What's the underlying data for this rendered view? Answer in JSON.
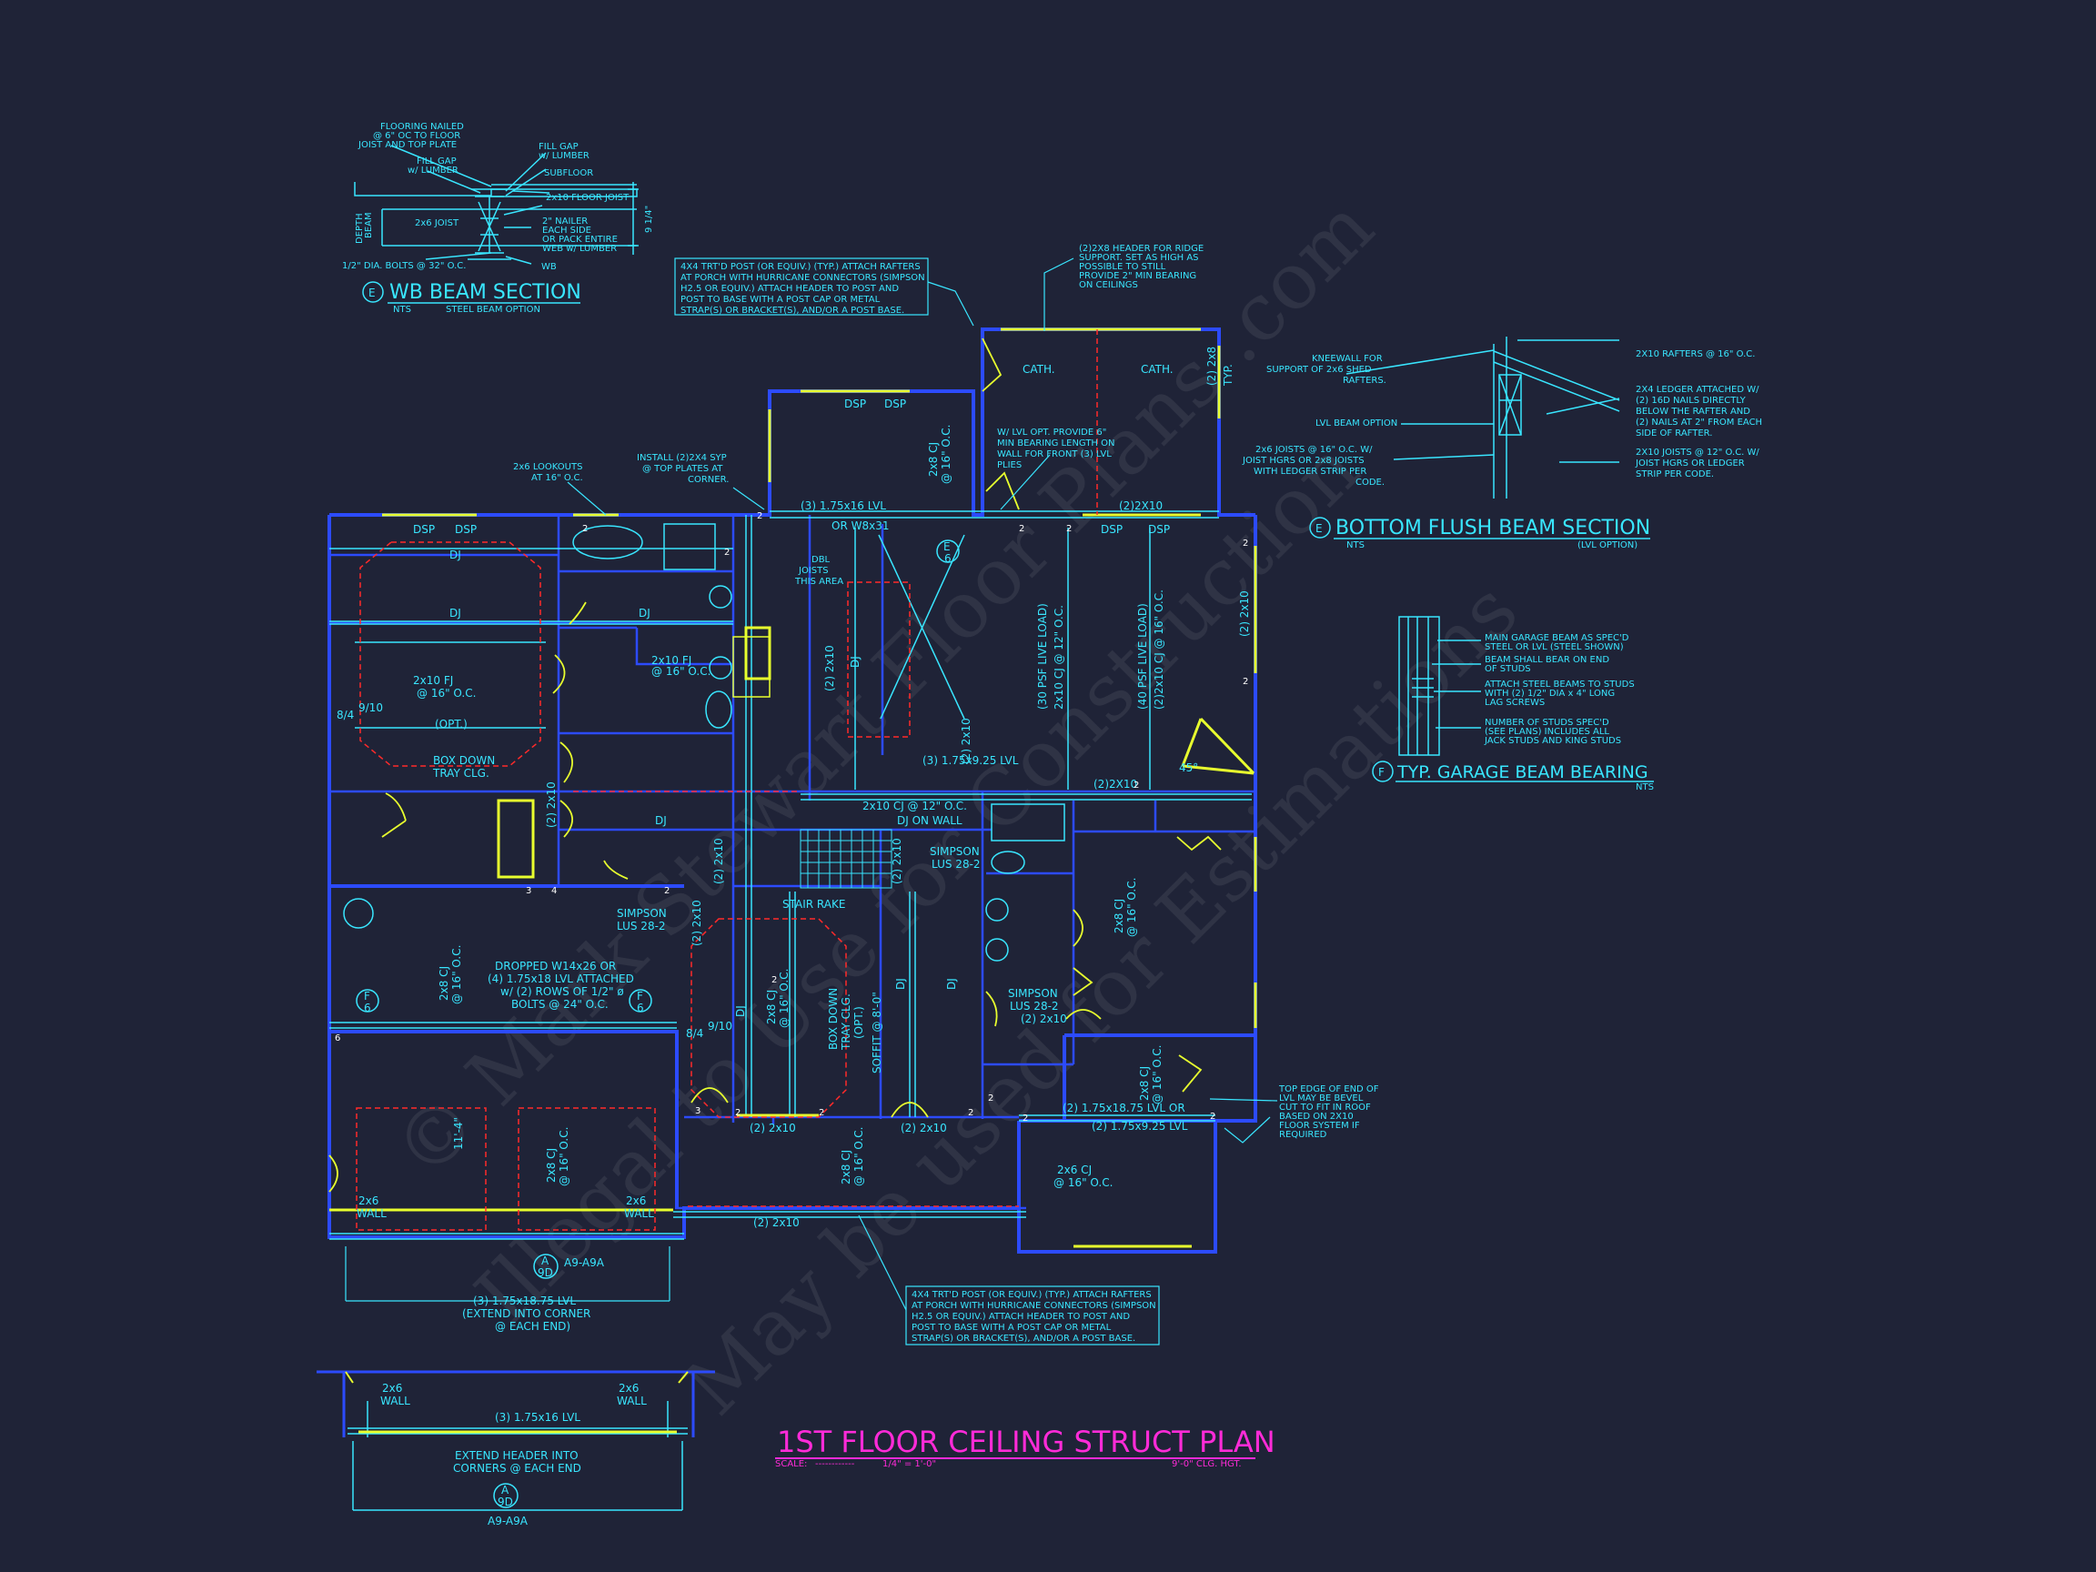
{
  "watermark": {
    "line1": "© Mark Stewart Floor Plans .com",
    "line2": "Illegal to Use for Construction",
    "line3": "May be used for Estimations"
  },
  "title_block": {
    "title": "1ST FLOOR CEILING STRUCT PLAN",
    "scale_label": "SCALE:",
    "scale_dashes": "------------",
    "scale_value": "1/4\" = 1'-0\"",
    "ceiling_height": "9'-0\" CLG. HGT."
  },
  "detail_wb": {
    "flooring_note": [
      "FLOORING NAILED",
      "@ 6\" OC TO FLOOR",
      "JOIST AND TOP PLATE"
    ],
    "fill_gap_left": [
      "FILL GAP",
      "w/ LUMBER"
    ],
    "fill_gap_right": [
      "FILL GAP",
      "w/ LUMBER"
    ],
    "subfloor": "SUBFLOOR",
    "floor_joist": "2x10 FLOOR JOIST",
    "joist_2x6": "2x6 JOIST",
    "nailer": [
      "2\" NAILER",
      "EACH SIDE",
      "OR PACK ENTIRE",
      "WEB w/ LUMBER"
    ],
    "depth": [
      "DEPTH",
      "BEAM"
    ],
    "dim": "9 1/4\"",
    "bolts": "1/2\" DIA. BOLTS @ 32\" O.C.",
    "wb": "WB",
    "title_letter": "E",
    "title": "WB BEAM SECTION",
    "nts": "NTS",
    "subtitle": "STEEL BEAM OPTION"
  },
  "detail_flush": {
    "kneewall": [
      "KNEEWALL FOR",
      "SUPPORT OF 2x6 SHED",
      "RAFTERS."
    ],
    "lvl_option": "LVL BEAM OPTION",
    "joists_left": [
      "2x6 JOISTS @ 16\" O.C. W/",
      "JOIST HGRS OR 2x8 JOISTS",
      "WITH LEDGER STRIP PER",
      "CODE."
    ],
    "rafters": "2X10 RAFTERS @ 16\" O.C.",
    "ledger": [
      "2X4 LEDGER ATTACHED W/",
      "(2) 16D NAILS DIRECTLY",
      "BELOW THE RAFTER AND",
      "(2) NAILS AT 2\" FROM EACH",
      "SIDE OF RAFTER."
    ],
    "joists_right": [
      "2X10 JOISTS @ 12\" O.C. W/",
      "JOIST HGRS OR LEDGER",
      "STRIP PER CODE."
    ],
    "title_letter": "E",
    "title": "BOTTOM FLUSH BEAM SECTION",
    "nts": "NTS",
    "subtitle": "(LVL OPTION)"
  },
  "detail_garage": {
    "notes": [
      [
        "MAIN GARAGE BEAM AS SPEC'D",
        "STEEL OR LVL (STEEL SHOWN)"
      ],
      [
        "BEAM SHALL BEAR ON END",
        "OF STUDS"
      ],
      [
        "ATTACH STEEL BEAMS TO STUDS",
        "WITH (2) 1/2\" DIA x 4\" LONG",
        "LAG SCREWS"
      ],
      [
        "NUMBER OF STUDS SPEC'D",
        "(SEE PLANS) INCLUDES ALL",
        "JACK STUDS AND KING STUDS"
      ]
    ],
    "title_letter": "F",
    "title": "TYP. GARAGE BEAM BEARING",
    "nts": "NTS"
  },
  "notes": {
    "porch_top": [
      "4X4 TRT'D POST (OR EQUIV.) (TYP.) ATTACH RAFTERS",
      "AT PORCH WITH HURRICANE CONNECTORS (SIMPSON",
      "H2.5 OR EQUIV.) ATTACH HEADER TO POST AND",
      "POST TO BASE WITH A POST CAP OR METAL",
      "STRAP(S) OR BRACKET(S), AND/OR A POST BASE."
    ],
    "porch_bottom": [
      "4X4 TRT'D POST (OR EQUIV.) (TYP.) ATTACH RAFTERS",
      "AT PORCH WITH HURRICANE CONNECTORS (SIMPSON",
      "H2.5 OR EQUIV.) ATTACH HEADER TO POST AND",
      "POST TO BASE WITH A POST CAP OR METAL",
      "STRAP(S) OR BRACKET(S), AND/OR A POST BASE."
    ],
    "ridge_header": [
      "(2)2X8 HEADER FOR RIDGE",
      "SUPPORT. SET AS HIGH AS",
      "POSSIBLE TO STILL",
      "PROVIDE 2\" MIN BEARING",
      "ON CEILINGS"
    ],
    "lookouts": [
      "2x6 LOOKOUTS",
      "AT 16\" O.C."
    ],
    "top_plates": [
      "INSTALL (2)2X4 SYP",
      "@ TOP PLATES AT",
      "CORNER."
    ],
    "lvl_opt": [
      "W/ LVL OPT. PROVIDE 6\"",
      "MIN BEARING LENGTH ON",
      "WALL FOR FRONT (3) LVL",
      "PLIES"
    ],
    "bevel": [
      "TOP EDGE OF END OF",
      "LVL MAY BE BEVEL",
      "CUT TO FIT IN ROOF",
      "BASED ON 2X10",
      "FLOOR SYSTEM IF",
      "REQUIRED"
    ],
    "dbl_joists": [
      "DBL",
      "JOISTS",
      "THIS AREA"
    ]
  },
  "plan_labels": {
    "dsp": "DSP",
    "dj": "DJ",
    "cath": "CATH.",
    "typ": "TYP.",
    "lvl_3_16": "(3) 1.75x16 LVL",
    "w8": "OR W8x31",
    "two_2x10": "(2)2X10",
    "two_2x10_b": "(2) 2x10",
    "two_2x8": "(2) 2x8",
    "fj_2x10": [
      "2x10 FJ",
      "@ 16\" O.C."
    ],
    "fj_big": [
      "2x10 FJ",
      "@ 16\" O.C."
    ],
    "box_down": [
      "(OPT.)",
      "BOX DOWN",
      "TRAY CLG."
    ],
    "ratio_a": "8/4",
    "ratio_b": "9/10",
    "ratio_c": "9/10",
    "ratio_d": "8/4",
    "psf_1": "(30 PSF LIVE LOAD)",
    "cj_12": "2x10 CJ @ 12\" O.C.",
    "psf_2": "(40 PSF LIVE LOAD)",
    "cj_16_dbl": "(2)2x10 CJ @ 16\" O.C.",
    "lvl_925": "(3) 1.75x9.25 LVL",
    "cj_12_b": "2x10 CJ @ 12\" O.C.",
    "dj_on_wall": "DJ ON WALL",
    "simpson_top": [
      "SIMPSON",
      "LUS 28-2"
    ],
    "simpson_mid": [
      "SIMPSON",
      "LUS 28-2"
    ],
    "simpson_right": [
      "SIMPSON",
      "LUS 28-2"
    ],
    "stair_rake": "STAIR RAKE",
    "dropped": [
      "DROPPED W14x26 OR",
      "(4) 1.75x18 LVL ATTACHED",
      "w/ (2) ROWS OF 1/2\" ø",
      "BOLTS @ 24\" O.C."
    ],
    "cj_2x8": "2x8 CJ",
    "at16": "@ 16\" O.C.",
    "soffit": "SOFFIT @ 8'-0\"",
    "box_down_v": [
      "BOX DOWN",
      "TRAY CLG.",
      "(OPT.)"
    ],
    "lvl_1875": "(2) 1.75x18.75 LVL OR",
    "lvl_925_b": "(2) 1.75x9.25 LVL",
    "cj_2x6": [
      "2x6 CJ",
      "@ 16\" O.C."
    ],
    "wall_2x6": [
      "2x6",
      "WALL"
    ],
    "lvl_1875_bottom": [
      "(3) 1.75x18.75 LVL",
      "(EXTEND INTO CORNER",
      "@ EACH END)"
    ],
    "lvl_16_bottom": "(3) 1.75x16 LVL",
    "extend_header": [
      "EXTEND HEADER INTO",
      "CORNERS @ EACH END"
    ],
    "sheet_ref": "A9-A9A",
    "sheet_ref_b": "9D",
    "tag_a": "A",
    "tag_e": "E",
    "tag_f": "F",
    "tag_6": "6",
    "deg45": "45°",
    "n2": "2",
    "n3": "3",
    "n4": "4",
    "dim_11": "11'-4\""
  }
}
